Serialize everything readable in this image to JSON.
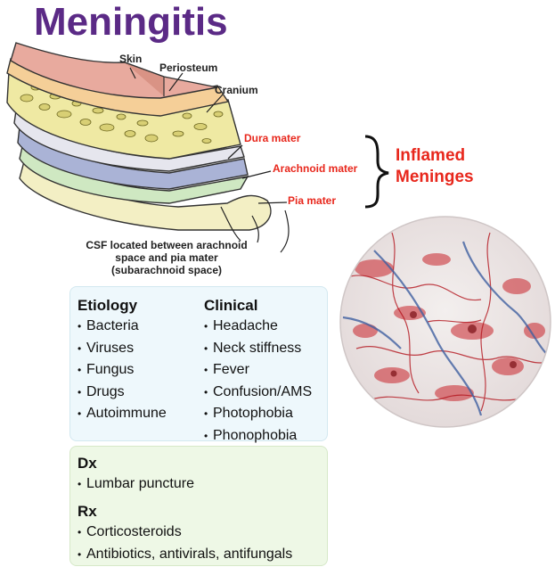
{
  "title": "Meningitis",
  "layers": {
    "skin": "Skin",
    "periosteum": "Periosteum",
    "cranium": "Cranium",
    "dura": "Dura mater",
    "arachnoid": "Arachnoid mater",
    "pia": "Pia mater"
  },
  "inflamed": {
    "line1": "Inflamed",
    "line2": "Meninges"
  },
  "csf": {
    "line1": "CSF located between arachnoid",
    "line2": "space and pia mater",
    "line3": "(subarachnoid space)"
  },
  "etiology": {
    "heading": "Etiology",
    "items": [
      "Bacteria",
      "Viruses",
      "Fungus",
      "Drugs",
      "Autoimmune"
    ]
  },
  "clinical": {
    "heading": "Clinical",
    "items": [
      "Headache",
      "Neck stiffness",
      "Fever",
      "Confusion/AMS",
      "Photophobia",
      "Phonophobia"
    ]
  },
  "dx": {
    "heading": "Dx",
    "items": [
      "Lumbar puncture"
    ]
  },
  "rx": {
    "heading": "Rx",
    "items": [
      "Corticosteroids",
      "Antibiotics, antivirals, antifungals"
    ]
  },
  "colors": {
    "title": "#5b2a86",
    "accent_red": "#e8271c"
  }
}
